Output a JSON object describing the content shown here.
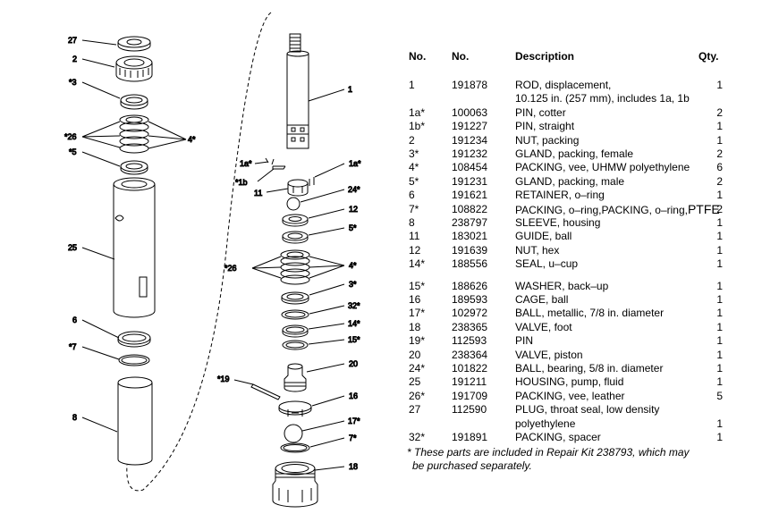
{
  "table": {
    "headers": [
      "No.",
      "No.",
      "Description",
      "Qty."
    ],
    "rows": [
      {
        "no": "1",
        "part": "191878",
        "desc": "ROD, displacement,",
        "qty": "1"
      },
      {
        "no": "",
        "part": "",
        "desc": "10.125 in. (257 mm), includes 1a, 1b",
        "qty": ""
      },
      {
        "no": "1a*",
        "part": "100063",
        "desc": "PIN, cotter",
        "qty": "2"
      },
      {
        "no": "1b*",
        "part": "191227",
        "desc": "PIN, straight",
        "qty": "1"
      },
      {
        "no": "2",
        "part": "191234",
        "desc": "NUT, packing",
        "qty": "1"
      },
      {
        "no": "3*",
        "part": "191232",
        "desc": "GLAND, packing, female",
        "qty": "2"
      },
      {
        "no": "4*",
        "part": "108454",
        "desc": "PACKING, vee, UHMW polyethylene",
        "qty": "6"
      },
      {
        "no": "5*",
        "part": "191231",
        "desc": "GLAND, packing, male",
        "qty": "2"
      },
      {
        "no": "6",
        "part": "191621",
        "desc": "RETAINER, o–ring",
        "qty": "1"
      },
      {
        "no": "7*",
        "part": "108822",
        "desc": "PACKING, o–ring,",
        "desc_big": "PTFE",
        "qty": "2"
      },
      {
        "no": "8",
        "part": "238797",
        "desc": "SLEEVE, housing",
        "qty": "1"
      },
      {
        "no": "11",
        "part": "183021",
        "desc": "GUIDE, ball",
        "qty": "1"
      },
      {
        "no": "12",
        "part": "191639",
        "desc": "NUT, hex",
        "qty": "1"
      },
      {
        "no": "14*",
        "part": "188556",
        "desc": "SEAL, u–cup",
        "qty": "1"
      },
      {
        "no": "15*",
        "part": "188626",
        "desc": "WASHER, back–up",
        "qty": "1"
      },
      {
        "no": "16",
        "part": "189593",
        "desc": "CAGE, ball",
        "qty": "1"
      },
      {
        "no": "17*",
        "part": "102972",
        "desc": "BALL, metallic, 7/8 in. diameter",
        "qty": "1"
      },
      {
        "no": "18",
        "part": "238365",
        "desc": "VALVE, foot",
        "qty": "1"
      },
      {
        "no": "19*",
        "part": "112593",
        "desc": "PIN",
        "qty": "1"
      },
      {
        "no": "20",
        "part": "238364",
        "desc": "VALVE, piston",
        "qty": "1"
      },
      {
        "no": "24*",
        "part": "101822",
        "desc": "BALL, bearing, 5/8 in. diameter",
        "qty": "1"
      },
      {
        "no": "25",
        "part": "191211",
        "desc": "HOUSING, pump, fluid",
        "qty": "1"
      },
      {
        "no": "26*",
        "part": "191709",
        "desc": "PACKING, vee, leather",
        "qty": "5"
      },
      {
        "no": "27",
        "part": "112590",
        "desc": "PLUG, throat seal, low density",
        "qty": ""
      },
      {
        "no": "",
        "part": "",
        "desc": "polyethylene",
        "qty": "1"
      },
      {
        "no": "32*",
        "part": "191891",
        "desc": "PACKING, spacer",
        "qty": "1"
      }
    ],
    "footnote_line1": "* These parts are included in Repair Kit 238793, which may",
    "footnote_line2": "be purchased separately."
  },
  "callouts": {
    "c27": "27",
    "c2": "2",
    "c3": "*3",
    "c26a": "*26",
    "c4a": "4*",
    "c5": "*5",
    "c25": "25",
    "c6": "6",
    "c7": "*7",
    "c8": "8",
    "c1": "1",
    "c1a_left": "1a*",
    "c1a_right": "1a*",
    "c1b": "*1b",
    "c11": "11",
    "c24": "24*",
    "c12": "12",
    "c5r": "5*",
    "c26b": "*26",
    "c4b": "4*",
    "c3r": "3*",
    "c32": "32*",
    "c14": "14*",
    "c15": "15*",
    "c20": "20",
    "c19": "*19",
    "c16": "16",
    "c17": "17*",
    "c7r": "7*",
    "c18": "18"
  }
}
